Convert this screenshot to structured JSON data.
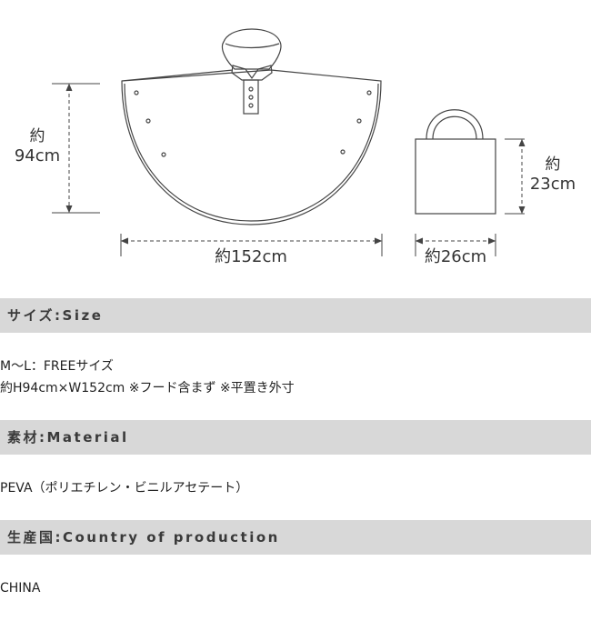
{
  "diagram": {
    "poncho_height": {
      "prefix": "約",
      "value": "94cm"
    },
    "poncho_width": "約152cm",
    "bag_height": {
      "prefix": "約",
      "value": "23cm"
    },
    "bag_width": "約26cm"
  },
  "sections": [
    {
      "heading": "サイズ:Size",
      "lines": [
        "M〜L：FREEサイズ",
        "約H94cm×W152cm ※フード含まず ※平置き外寸"
      ]
    },
    {
      "heading": "素材:Material",
      "lines": [
        "PEVA（ポリエチレン・ビニルアセテート）"
      ]
    },
    {
      "heading": "生産国:Country of production",
      "lines": [
        "CHINA"
      ]
    }
  ]
}
